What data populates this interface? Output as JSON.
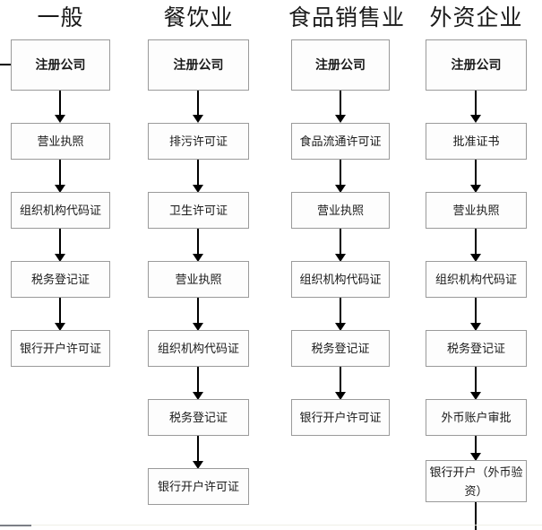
{
  "diagram": {
    "title_row": [
      {
        "label": "一般"
      },
      {
        "label": "餐饮业"
      },
      {
        "label": "食品销售业"
      },
      {
        "label": "外资企业"
      }
    ],
    "columns": [
      {
        "name": "general",
        "header": "一般",
        "steps": [
          "注册公司",
          "营业执照",
          "组织机构代码证",
          "税务登记证",
          "银行开户许可证"
        ]
      },
      {
        "name": "catering",
        "header": "餐饮业",
        "steps": [
          "注册公司",
          "排污许可证",
          "卫生许可证",
          "营业执照",
          "组织机构代码证",
          "税务登记证",
          "银行开户许可证"
        ]
      },
      {
        "name": "food-sales",
        "header": "食品销售业",
        "steps": [
          "注册公司",
          "食品流通许可证",
          "营业执照",
          "组织机构代码证",
          "税务登记证",
          "银行开户许可证"
        ]
      },
      {
        "name": "foreign-invested",
        "header": "外资企业",
        "steps": [
          "注册公司",
          "批准证书",
          "营业执照",
          "组织机构代码证",
          "税务登记证",
          "外币账户审批",
          "银行开户（外币验资）"
        ]
      }
    ],
    "colors": {
      "box_border": "#9a9a9a",
      "connector": "#000000",
      "text": "#1a1a1a",
      "background": "#ffffff",
      "bottom_rule": "#7b7f86"
    }
  }
}
